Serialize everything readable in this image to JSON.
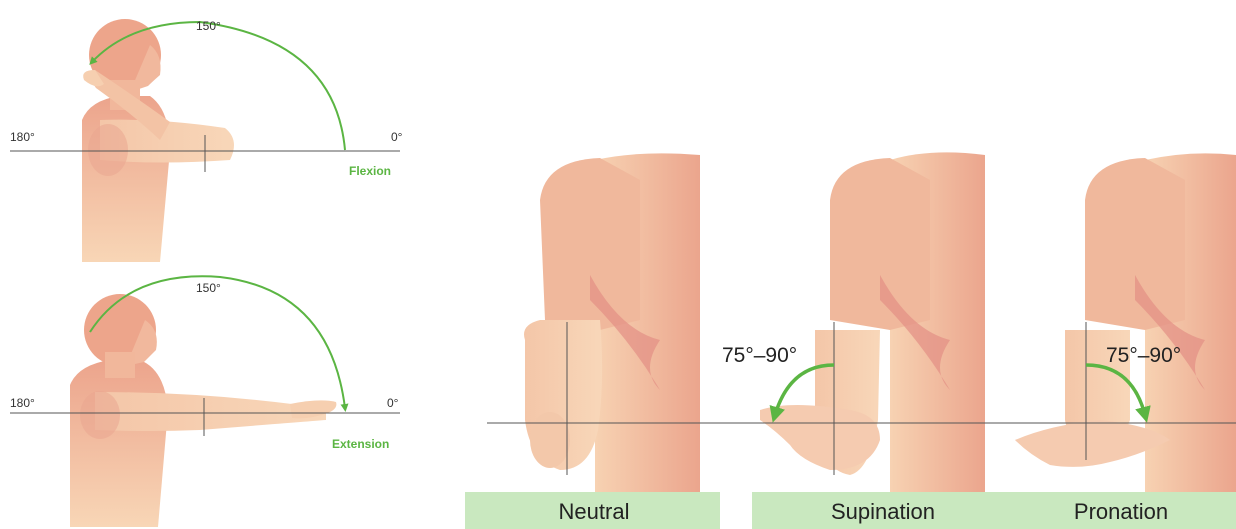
{
  "elbow_panels": [
    {
      "angle_label": "150°",
      "left_label": "180°",
      "right_label": "0°",
      "motion_label": "Flexion"
    },
    {
      "angle_label": "150°",
      "left_label": "180°",
      "right_label": "0°",
      "motion_label": "Extension"
    }
  ],
  "forearm_panels": [
    {
      "label": "Neutral",
      "range": ""
    },
    {
      "label": "Supination",
      "range": "75°–90°"
    },
    {
      "label": "Pronation",
      "range": "75°–90°"
    }
  ],
  "colors": {
    "skin_light": "#f6cfae",
    "skin_dark": "#eca48c",
    "arrow": "#5bb543",
    "label_bg": "#c9e8bf",
    "line": "#555555"
  }
}
